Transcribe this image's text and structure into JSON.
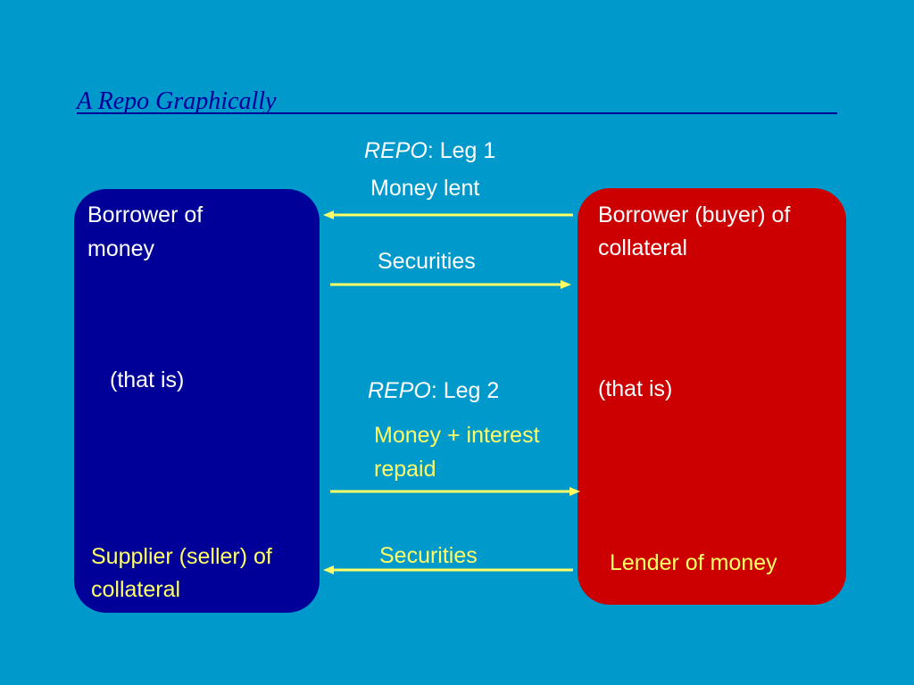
{
  "colors": {
    "background": "#0099CC",
    "left_box": "#000099",
    "right_box": "#CC0000",
    "text_white": "#FFFFFF",
    "text_yellow": "#FFFF66",
    "title": "#000099",
    "arrow": "#FFFF66"
  },
  "title": "A Repo Graphically",
  "left_party": {
    "top_role": [
      "Borrower of",
      "money"
    ],
    "middle": "(that is)",
    "bottom_role": [
      "Supplier (seller) of",
      "collateral"
    ]
  },
  "right_party": {
    "top_role": [
      "Borrower (buyer) of",
      "collateral"
    ],
    "middle": "(that is)",
    "bottom_role": "Lender of money"
  },
  "leg1": {
    "prefix": "REPO",
    "suffix": ": Leg 1",
    "flow_top": "Money lent",
    "flow_bottom": "Securities"
  },
  "leg2": {
    "prefix": "REPO",
    "suffix": ": Leg 2",
    "flow_top": [
      "Money + interest",
      "repaid"
    ],
    "flow_bottom": "Securities"
  }
}
